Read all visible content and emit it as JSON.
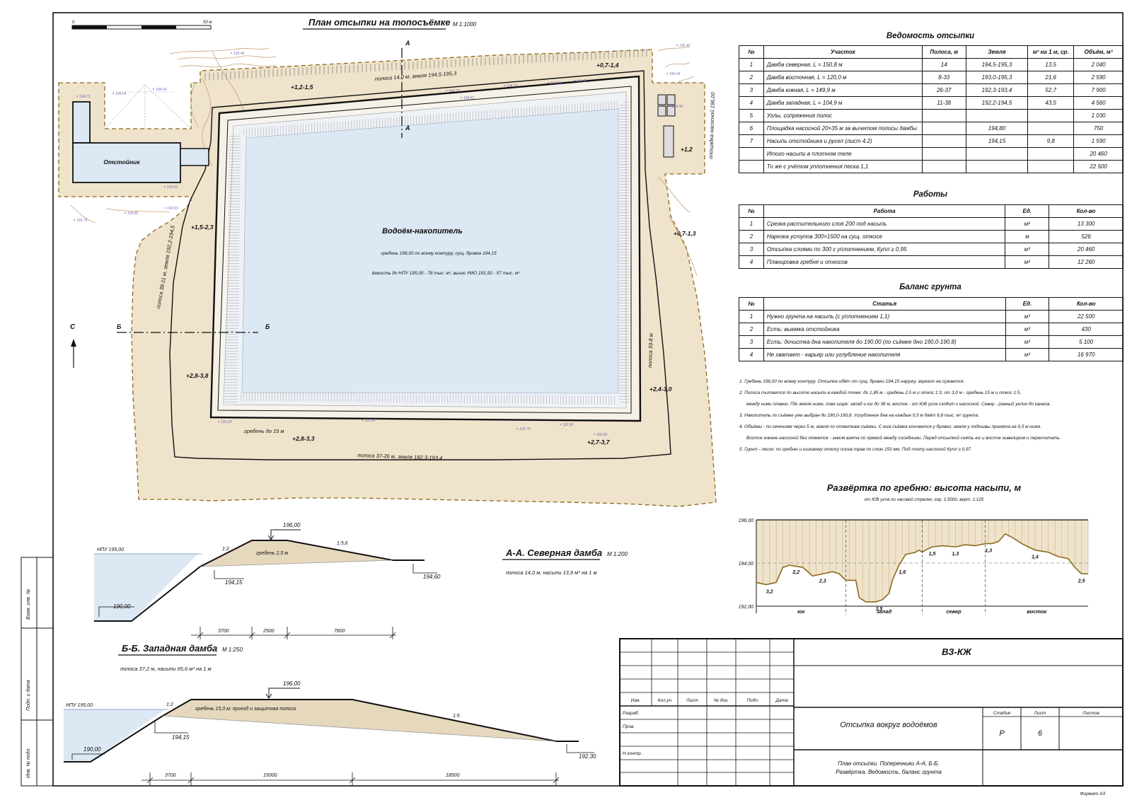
{
  "plan": {
    "title": "План отсыпки на топосъёмке",
    "scale": "М 1:1000",
    "scalebar": {
      "start": "0",
      "end": "50 м"
    },
    "north": "С",
    "pond_label": "Водоём-накопитель",
    "pond_note1": "гребень 196,00 по всему контуру, сущ. бровка 194,15",
    "pond_note2": "ёмкость до НПУ 195,00 - 78 тыс. м³, выше УМО 191,50 - 57 тыс. м³",
    "settler_label": "Отстойник",
    "section_a": "А",
    "section_b": "Б",
    "strip_north": "полоса 14,0 м, земля 194,5-195,3",
    "strip_south": "полоса 37-26 м, земля 192,3-193,4",
    "strip_west": "полоса 38-11 м, земля 192,2-194,5",
    "strip_east": "полоса 33-8 м",
    "pump_site": "площадка насосной 196,00",
    "crest_15": "гребень до 15 м",
    "heights": [
      "+0,7-1,4",
      "+1,2-1,5",
      "+1,2",
      "+1,5-2,3",
      "+0,7-1,3",
      "+2,8-3,8",
      "+2,4-3,0",
      "+2,8-3,3",
      "+2,7-3,7"
    ],
    "survey_marks": [
      "195.46",
      "194.73",
      "194.64",
      "194.54",
      "194.90",
      "194.61",
      "194.79",
      "194.77",
      "194.66",
      "194.81",
      "193.62",
      "193.63",
      "193.79",
      "193.85",
      "193.24",
      "193.64",
      "193.79",
      "192.90",
      "192.80",
      "195.40",
      "195.04"
    ]
  },
  "sections": {
    "aa_title": "А-А. Северная дамба",
    "aa_scale": "М 1:200",
    "aa_note": "полоса 14,0 м, насыпи 13,9 м³ на 1 м",
    "aa_npu": "НПУ 195,00",
    "aa_crest": "196,00",
    "aa_crest_w": "гребень 2,5 м",
    "aa_slope_in": "1:2",
    "aa_slope_out": "1:5,6",
    "aa_bottom": "190,00",
    "aa_edge": "194,15",
    "aa_ground": "194,60",
    "aa_dims": [
      "3700",
      "2500",
      "7800"
    ],
    "bb_title": "Б-Б. Западная дамба",
    "bb_scale": "М 1:250",
    "bb_note": "полоса 37,2 м, насыпи 65,6 м³ на 1 м",
    "bb_npu": "НПУ 195,00",
    "bb_crest": "196,00",
    "bb_crest_w": "гребень 15,0 м: проезд и защитная полоса",
    "bb_slope_in": "1:2",
    "bb_slope_out": "1:5",
    "bb_bottom": "190,00",
    "bb_edge": "194,15",
    "bb_ground": "192,30",
    "bb_dims": [
      "3700",
      "15000",
      "18500"
    ]
  },
  "vedomost": {
    "title": "Ведомость отсыпки",
    "headers": [
      "№",
      "Участок",
      "Полоса, м",
      "Земля",
      "м³ на 1 м, ср.",
      "Объём, м³"
    ],
    "rows": [
      [
        "1",
        "Дамба северная, L = 150,8 м",
        "14",
        "194,5-195,3",
        "13,5",
        "2 040"
      ],
      [
        "2",
        "Дамба восточная, L = 120,0 м",
        "8-33",
        "193,0-195,3",
        "21,6",
        "2 590"
      ],
      [
        "3",
        "Дамба южная, L = 149,9 м",
        "26-37",
        "192,3-193,4",
        "52,7",
        "7 900"
      ],
      [
        "4",
        "Дамба западная, L = 104,9 м",
        "11-38",
        "192,2-194,5",
        "43,5",
        "4 560"
      ],
      [
        "5",
        "Углы, сопряжения полос",
        "",
        "",
        "",
        "1 030"
      ],
      [
        "6",
        "Площадка насосной 20×35 м за вычетом полосы дамбы",
        "",
        "194,80",
        "",
        "750"
      ],
      [
        "7",
        "Насыпь отстойника и русел (лист 4.2)",
        "",
        "194,15",
        "9,8",
        "1 590"
      ],
      [
        "",
        "Итого насыпи в плотном теле",
        "",
        "",
        "",
        "20 460"
      ],
      [
        "",
        "То же с учётом уплотнения песка 1,1",
        "",
        "",
        "",
        "22 500"
      ]
    ]
  },
  "works": {
    "title": "Работы",
    "headers": [
      "№",
      "Работа",
      "Ед.",
      "Кол-во"
    ],
    "rows": [
      [
        "1",
        "Срезка растительного слоя 200 под насыпь",
        "м²",
        "13 300"
      ],
      [
        "2",
        "Нарезка уступов 300×1500 на сущ. откосе",
        "м",
        "526"
      ],
      [
        "3",
        "Отсыпка слоями по 300 с уплотнением, Купл ≥ 0,95",
        "м³",
        "20 460"
      ],
      [
        "4",
        "Планировка гребня и откосов",
        "м²",
        "12 260"
      ]
    ]
  },
  "balance": {
    "title": "Баланс грунта",
    "headers": [
      "№",
      "Статья",
      "Ед.",
      "Кол-во"
    ],
    "rows": [
      [
        "1",
        "Нужно грунта на насыпь (с уплотнением 1,1)",
        "м³",
        "22 500"
      ],
      [
        "2",
        "Есть: выемка отстойника",
        "м³",
        "430"
      ],
      [
        "3",
        "Есть: дочистка дна накопителя до 190,00 (по съёмке дно 190,0-190,8)",
        "м³",
        "5 100"
      ],
      [
        "4",
        "Не хватает - карьер или углубление накопителя",
        "м³",
        "16 970"
      ]
    ]
  },
  "notes": [
    "1. Гребень 196,00 по всему контуру. Отсыпка идёт от сущ. бровки 194,15 наружу, зеркало не сужается.",
    "2. Полоса считается по высоте насыпи в каждой точке: до 1,85 м - гребень 2,5 м и откос 1:3, от 3,0 м - гребень 15 м и откос 1:5,",
    "   между ними плавно. Где земля ниже, там шире: запад и юг до 38 м, восток - от ЮВ угла сходит к насосной. Север - ровный уклон до канала.",
    "3. Накопитель по съёмке уже выбран до 190,0-190,8. Углубление дна на каждые 0,5 м даёт 6,8 тыс. м³ грунта.",
    "4. Объёмы - по сечениям через 5 м, земля по отметкам съёмки. С юга съёмка кончается у бровки: земля у подошвы принята на 0,5 м ниже.",
    "   Восток южнее насосной без отметок - земля взята по прямой между соседними. Перед отсыпкой снять юг и восток нивелиром и пересчитать.",
    "5. Грунт - песок: по гребню и низовому откосу посев трав по слою 150 мм. Под плиту насосной Купл ≥ 0,97."
  ],
  "chart_data": {
    "type": "line",
    "title": "Развёртка по гребню: высота насыпи, м",
    "subtitle": "от ЮВ угла по часовой стрелке; гор. 1:5000, верт. 1:125",
    "xlabel": "",
    "ylabel": "",
    "ylim": [
      192.0,
      196.0
    ],
    "yticks": [
      "196,00",
      "194,00",
      "192,00"
    ],
    "crest": 196.0,
    "sides": [
      "юг",
      "запад",
      "север",
      "восток"
    ],
    "side_bounds": [
      0,
      0.27,
      0.5,
      0.69,
      1.0
    ],
    "value_labels": [
      {
        "t": 0.04,
        "text": "3,2"
      },
      {
        "t": 0.12,
        "text": "2,2"
      },
      {
        "t": 0.2,
        "text": "2,3"
      },
      {
        "t": 0.37,
        "text": "3,5"
      },
      {
        "t": 0.44,
        "text": "1,6"
      },
      {
        "t": 0.53,
        "text": "1,5"
      },
      {
        "t": 0.6,
        "text": "1,3"
      },
      {
        "t": 0.7,
        "text": "1,3"
      },
      {
        "t": 0.84,
        "text": "1,4"
      },
      {
        "t": 0.98,
        "text": "2,5"
      }
    ],
    "ground": [
      {
        "t": 0.0,
        "z": 193.1
      },
      {
        "t": 0.03,
        "z": 193.0
      },
      {
        "t": 0.06,
        "z": 193.1
      },
      {
        "t": 0.08,
        "z": 193.8
      },
      {
        "t": 0.1,
        "z": 193.9
      },
      {
        "t": 0.14,
        "z": 193.8
      },
      {
        "t": 0.17,
        "z": 193.4
      },
      {
        "t": 0.2,
        "z": 193.5
      },
      {
        "t": 0.23,
        "z": 193.6
      },
      {
        "t": 0.25,
        "z": 193.5
      },
      {
        "t": 0.27,
        "z": 193.2
      },
      {
        "t": 0.3,
        "z": 193.2
      },
      {
        "t": 0.31,
        "z": 192.4
      },
      {
        "t": 0.33,
        "z": 192.2
      },
      {
        "t": 0.36,
        "z": 192.2
      },
      {
        "t": 0.38,
        "z": 192.3
      },
      {
        "t": 0.4,
        "z": 192.6
      },
      {
        "t": 0.41,
        "z": 193.2
      },
      {
        "t": 0.43,
        "z": 193.9
      },
      {
        "t": 0.45,
        "z": 194.4
      },
      {
        "t": 0.48,
        "z": 194.5
      },
      {
        "t": 0.49,
        "z": 194.6
      },
      {
        "t": 0.5,
        "z": 194.5
      },
      {
        "t": 0.51,
        "z": 194.6
      },
      {
        "t": 0.53,
        "z": 194.75
      },
      {
        "t": 0.56,
        "z": 194.8
      },
      {
        "t": 0.6,
        "z": 194.75
      },
      {
        "t": 0.63,
        "z": 194.85
      },
      {
        "t": 0.66,
        "z": 194.8
      },
      {
        "t": 0.69,
        "z": 194.9
      },
      {
        "t": 0.71,
        "z": 194.9
      },
      {
        "t": 0.73,
        "z": 195.0
      },
      {
        "t": 0.75,
        "z": 195.35
      },
      {
        "t": 0.77,
        "z": 195.2
      },
      {
        "t": 0.8,
        "z": 194.9
      },
      {
        "t": 0.84,
        "z": 194.6
      },
      {
        "t": 0.88,
        "z": 194.5
      },
      {
        "t": 0.91,
        "z": 194.3
      },
      {
        "t": 0.94,
        "z": 194.2
      },
      {
        "t": 0.96,
        "z": 193.8
      },
      {
        "t": 0.98,
        "z": 193.5
      },
      {
        "t": 1.0,
        "z": 193.5
      }
    ]
  },
  "stamp": {
    "code": "ВЗ-КЖ",
    "head_cols": [
      "Изм.",
      "Кол.уч",
      "Лист",
      "№ док.",
      "Подп.",
      "Дата"
    ],
    "roles": [
      "Разраб.",
      "Пров.",
      "Н.контр."
    ],
    "name": "Отсыпка вокруг водоёмов",
    "stage_h": "Стадия",
    "sheet_h": "Лист",
    "sheets_h": "Листов",
    "stage": "Р",
    "sheet": "6",
    "sheets": "",
    "desc1": "План отсыпки. Поперечники А-А, Б-Б.",
    "desc2": "Развёртка. Ведомость, баланс грунта",
    "format": "Формат А3",
    "side_labels": [
      "Взам. инв. №",
      "Подп. и дата",
      "Инв. № подл."
    ]
  },
  "colors": {
    "sand": "#efe3cb",
    "water": "#dce8f3",
    "strip_border": "#8b6a1e",
    "survey": "#7b68b0",
    "contour": "#c9a07a",
    "profile_line": "#8b6a1e"
  }
}
